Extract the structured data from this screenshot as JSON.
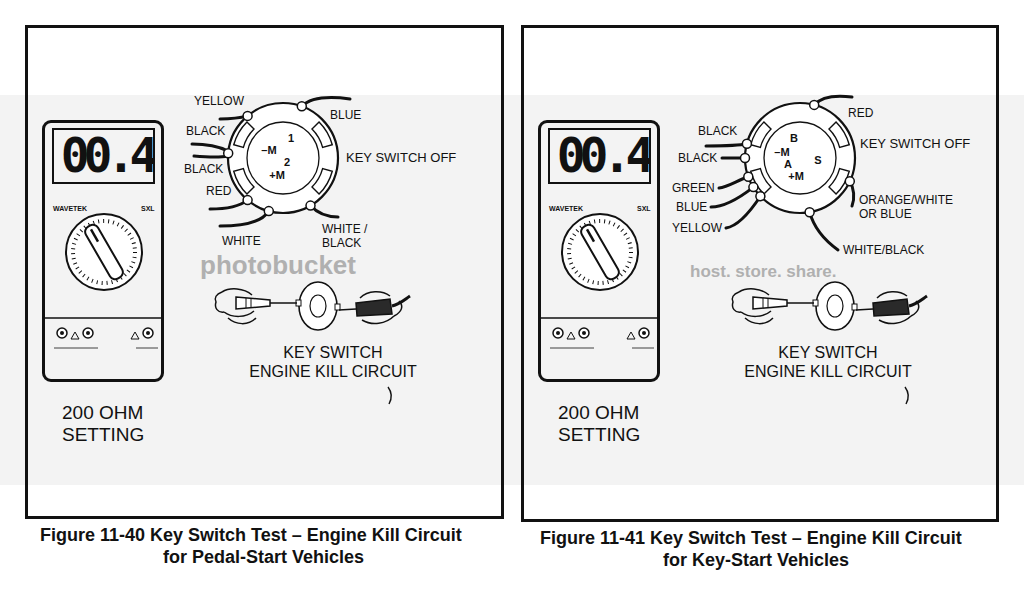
{
  "diagram": {
    "nodes": [
      {
        "text": [
          "Figure 11-40 Key Switch Test – Engine Kill Circuit for Pedal-Start Vehicles"
        ]
      },
      {
        "text": [
          "00.4",
          "WAVETEK",
          "SXL"
        ],
        "in": 0
      },
      {
        "text": [
          "Figure 11-41 Key Switch Test – Engine Kill Circuit for Key-Start Vehicles"
        ]
      },
      {
        "text": [
          "00.4",
          "WAVETEK",
          "SXL"
        ],
        "in": 2
      }
    ],
    "labels": [
      "YELLOW",
      "BLUE",
      "BLACK",
      "BLACK",
      "RED",
      "WHITE",
      "WHITE / BLACK",
      "1",
      "–M",
      "2",
      "+M",
      "KEY SWITCH OFF",
      "KEY SWITCH ENGINE KILL CIRCUIT",
      "200 OHM SETTING",
      "RED",
      "BLACK",
      "BLACK",
      "GREEN",
      "BLUE",
      "YELLOW",
      "ORANGE/WHITE OR BLUE",
      "WHITE/BLACK",
      "B",
      "–M",
      "A",
      "+M",
      "S",
      "KEY SWITCH OFF",
      "KEY SWITCH ENGINE KILL CIRCUIT",
      "200 OHM SETTING",
      "photobucket",
      "host. store. share."
    ]
  }
}
